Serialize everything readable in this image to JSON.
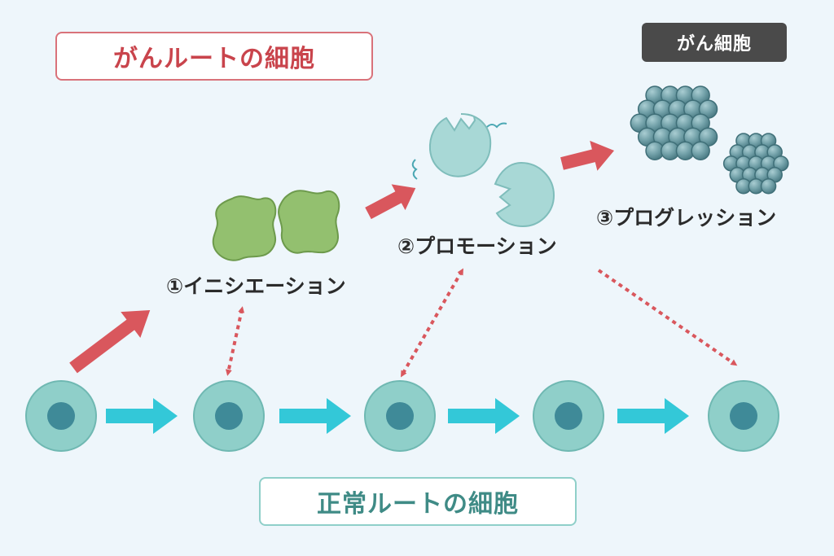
{
  "labels": {
    "cancer_route": "がんルートの細胞",
    "normal_route": "正常ルートの細胞",
    "cancer_cell": "がん細胞"
  },
  "stages": {
    "initiation": "①イニシエーション",
    "promotion": "②プロモーション",
    "progression": "③プログレッション"
  },
  "colors": {
    "cancer_accent": "#d9575d",
    "normal_arrow": "#33c8d8",
    "normal_cell_outer": "#8fcfc9",
    "normal_cell_nucleus": "#3f8a98",
    "initiated_cell": "#8fbf6a",
    "promoted_cell": "#a8d8d6",
    "cancer_cluster": "#6fa3aa"
  },
  "icons": [
    "normal-cell-icon",
    "initiated-cell-icon",
    "promoted-cell-icon",
    "cancer-cell-cluster-icon",
    "right-arrow-icon",
    "up-right-arrow-icon",
    "dotted-double-arrow-icon"
  ]
}
